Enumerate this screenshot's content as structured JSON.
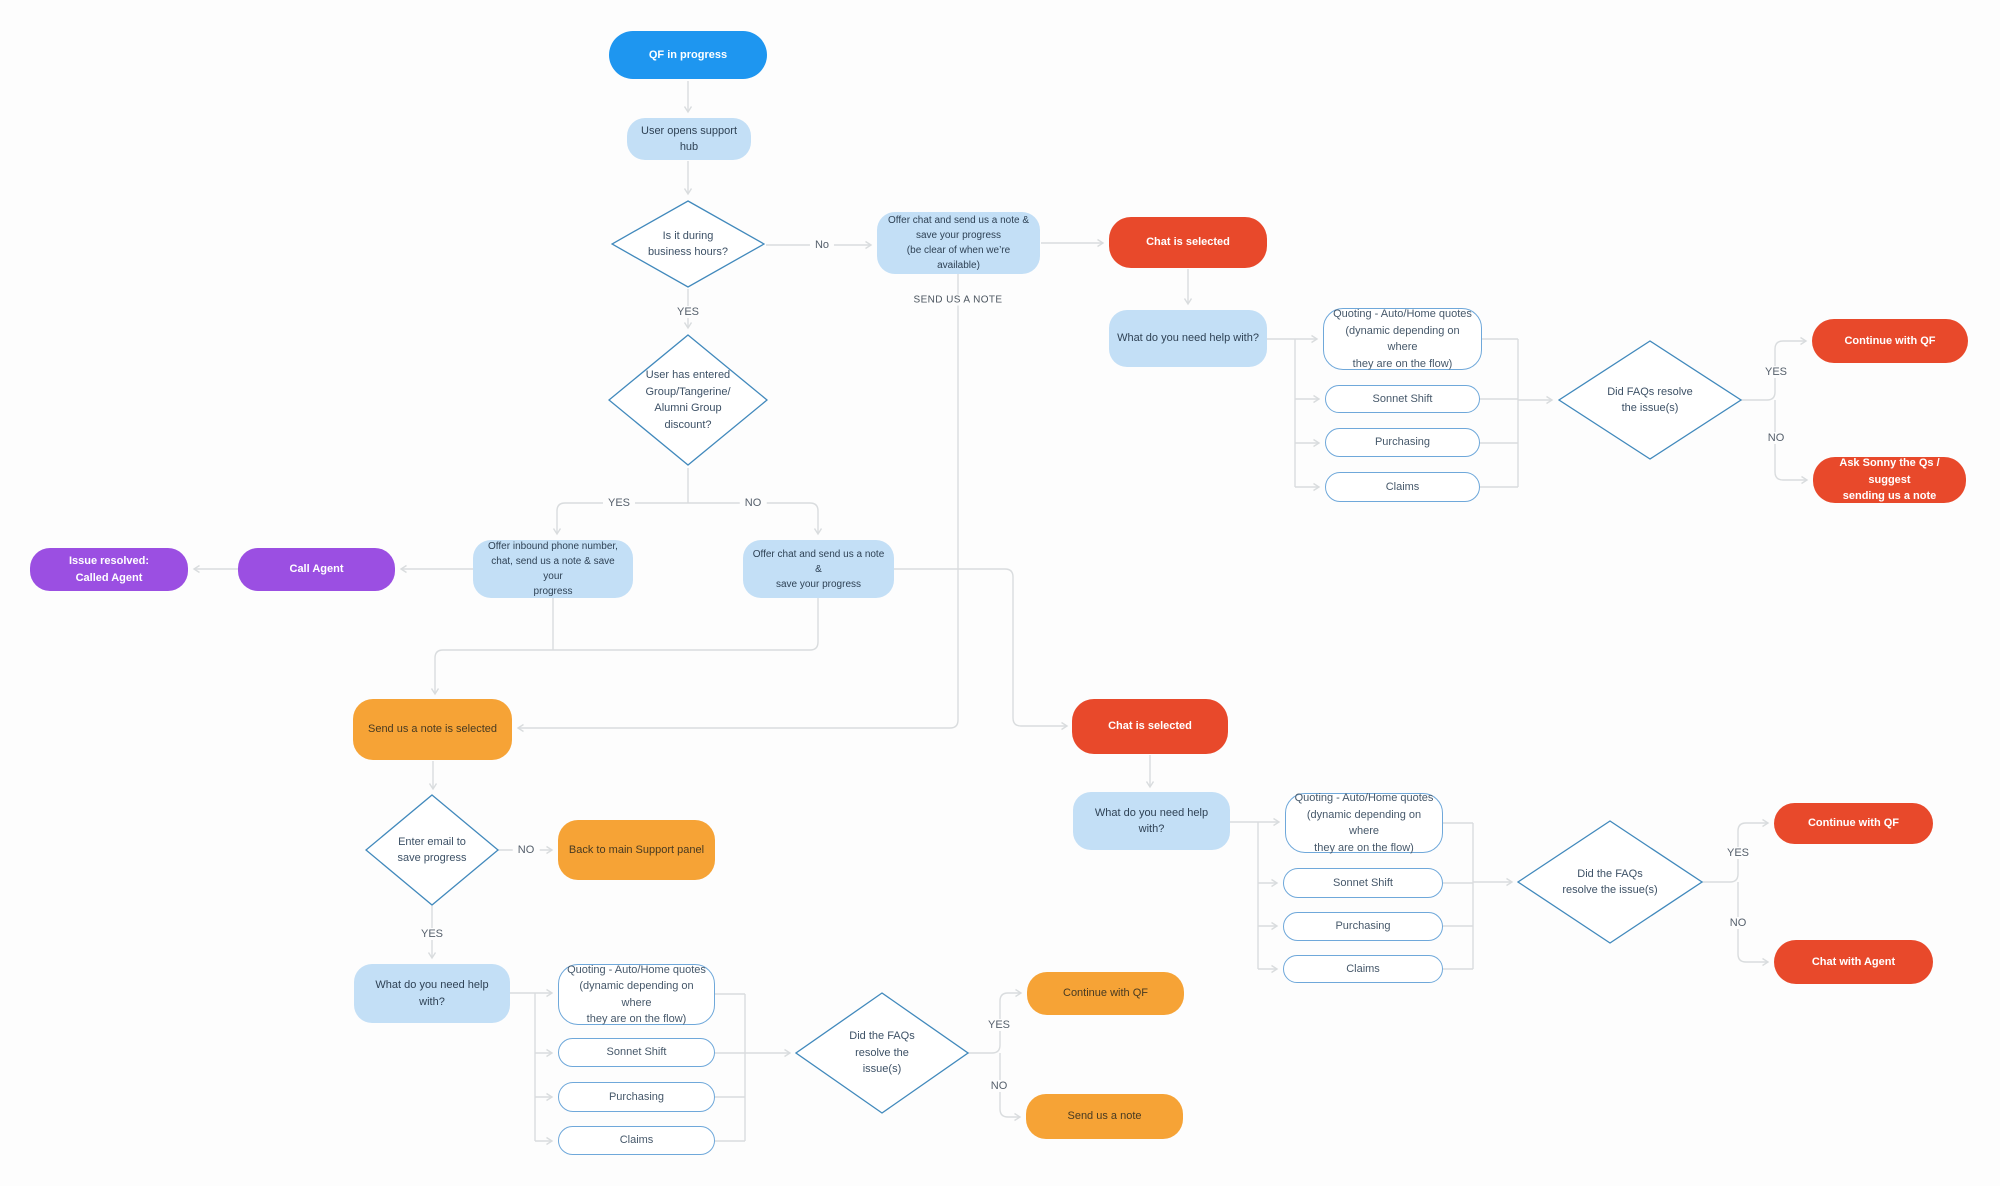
{
  "palette": {
    "primary_blue": "#1E96F0",
    "light_blue": "#C3DFF6",
    "outline_blue": "#6FA8DA",
    "diamond_border_blue": "#4189BC",
    "red": "#E8492B",
    "purple": "#9B4FE2",
    "orange": "#F6A336",
    "connector_gray": "#D9DCDE"
  },
  "nodes": {
    "qf_start": "QF in progress",
    "user_opens": "User opens support hub",
    "business_hours": "Is it during\nbusiness hours?",
    "offer_chat_note_hours": "Offer chat and send us a note &\nsave your progress\n(be clear of when we’re available)",
    "chat_selected": "Chat is selected",
    "what_help": "What do you need help with?",
    "did_faqs_resolve": "Did FAQs resolve\nthe issue(s)",
    "continue_with_qf": "Continue with QF",
    "ask_sonny": "Ask Sonny the Qs / suggest\nsending us a note",
    "discount_check": "User has entered\nGroup/Tangerine/\nAlumni Group\ndiscount?",
    "offer_inbound": "Offer inbound phone number,\nchat, send us a note & save your\nprogress",
    "offer_chat": "Offer chat and send us a note &\nsave your progress",
    "call_agent": "Call Agent",
    "issue_resolved": "Issue resolved:\nCalled Agent",
    "send_note_selected": "Send us a note is selected",
    "did_the_faqs_resolve": "Did the FAQs\nresolve the issue(s)",
    "chat_with_agent": "Chat with Agent",
    "enter_email": "Enter email to\nsave progress",
    "back_to_support": "Back to main Support panel",
    "did_the_faqs_resolve_3": "Did the FAQs\nresolve the\nissue(s)",
    "send_us_a_note": "Send us a note"
  },
  "options": {
    "quoting": "Quoting - Auto/Home quotes\n(dynamic depending on where\nthey are on the flow)",
    "sonnet_shift": "Sonnet Shift",
    "purchasing": "Purchasing",
    "claims": "Claims"
  },
  "edge_labels": {
    "no": "No",
    "yes_caps": "YES",
    "no_caps": "NO",
    "send_us_a_note": "SEND US A NOTE"
  }
}
